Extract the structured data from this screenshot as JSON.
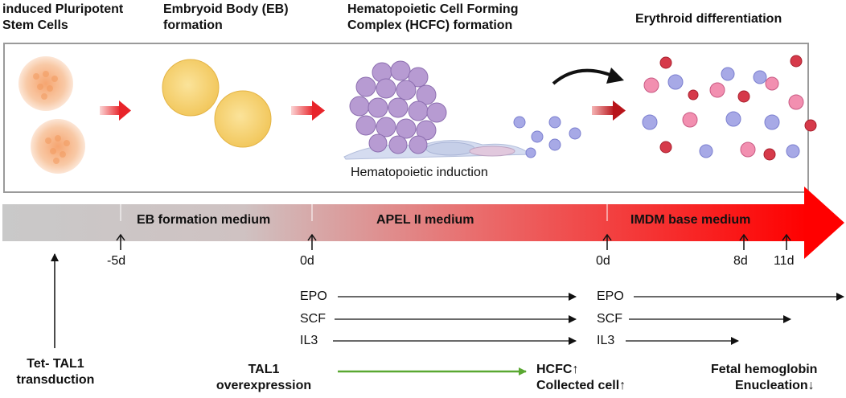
{
  "stages": [
    {
      "title": "induced Pluripotent\nStem Cells"
    },
    {
      "title": "Embryoid Body (EB)\nformation"
    },
    {
      "title": "Hematopoietic Cell Forming\nComplex (HCFC) formation"
    },
    {
      "title": "Erythroid differentiation"
    }
  ],
  "induction_label": "Hematopoietic induction",
  "timeline": {
    "phases": [
      "EB formation medium",
      "APEL II medium",
      "IMDM base medium"
    ],
    "days": [
      "-5d",
      "0d",
      "0d",
      "8d",
      "11d"
    ]
  },
  "factors": {
    "phase1": [
      "EPO",
      "SCF",
      "IL3"
    ],
    "phase2": [
      "EPO",
      "SCF",
      "IL3"
    ]
  },
  "notes": {
    "transduction": "Tet- TAL1\ntransduction",
    "overexpression": "TAL1\noverexpression",
    "hcfc": "HCFC↑",
    "collected": "Collected cell↑",
    "fetal": "Fetal hemoglobin",
    "enucleation": "Enucleation↓"
  },
  "colors": {
    "timeline_gray": "#c8c8c8",
    "timeline_red": "#ff0000",
    "stage_arrow": "#e8242a",
    "green_arrow": "#5aa832",
    "frame": "#9a9a9a"
  }
}
